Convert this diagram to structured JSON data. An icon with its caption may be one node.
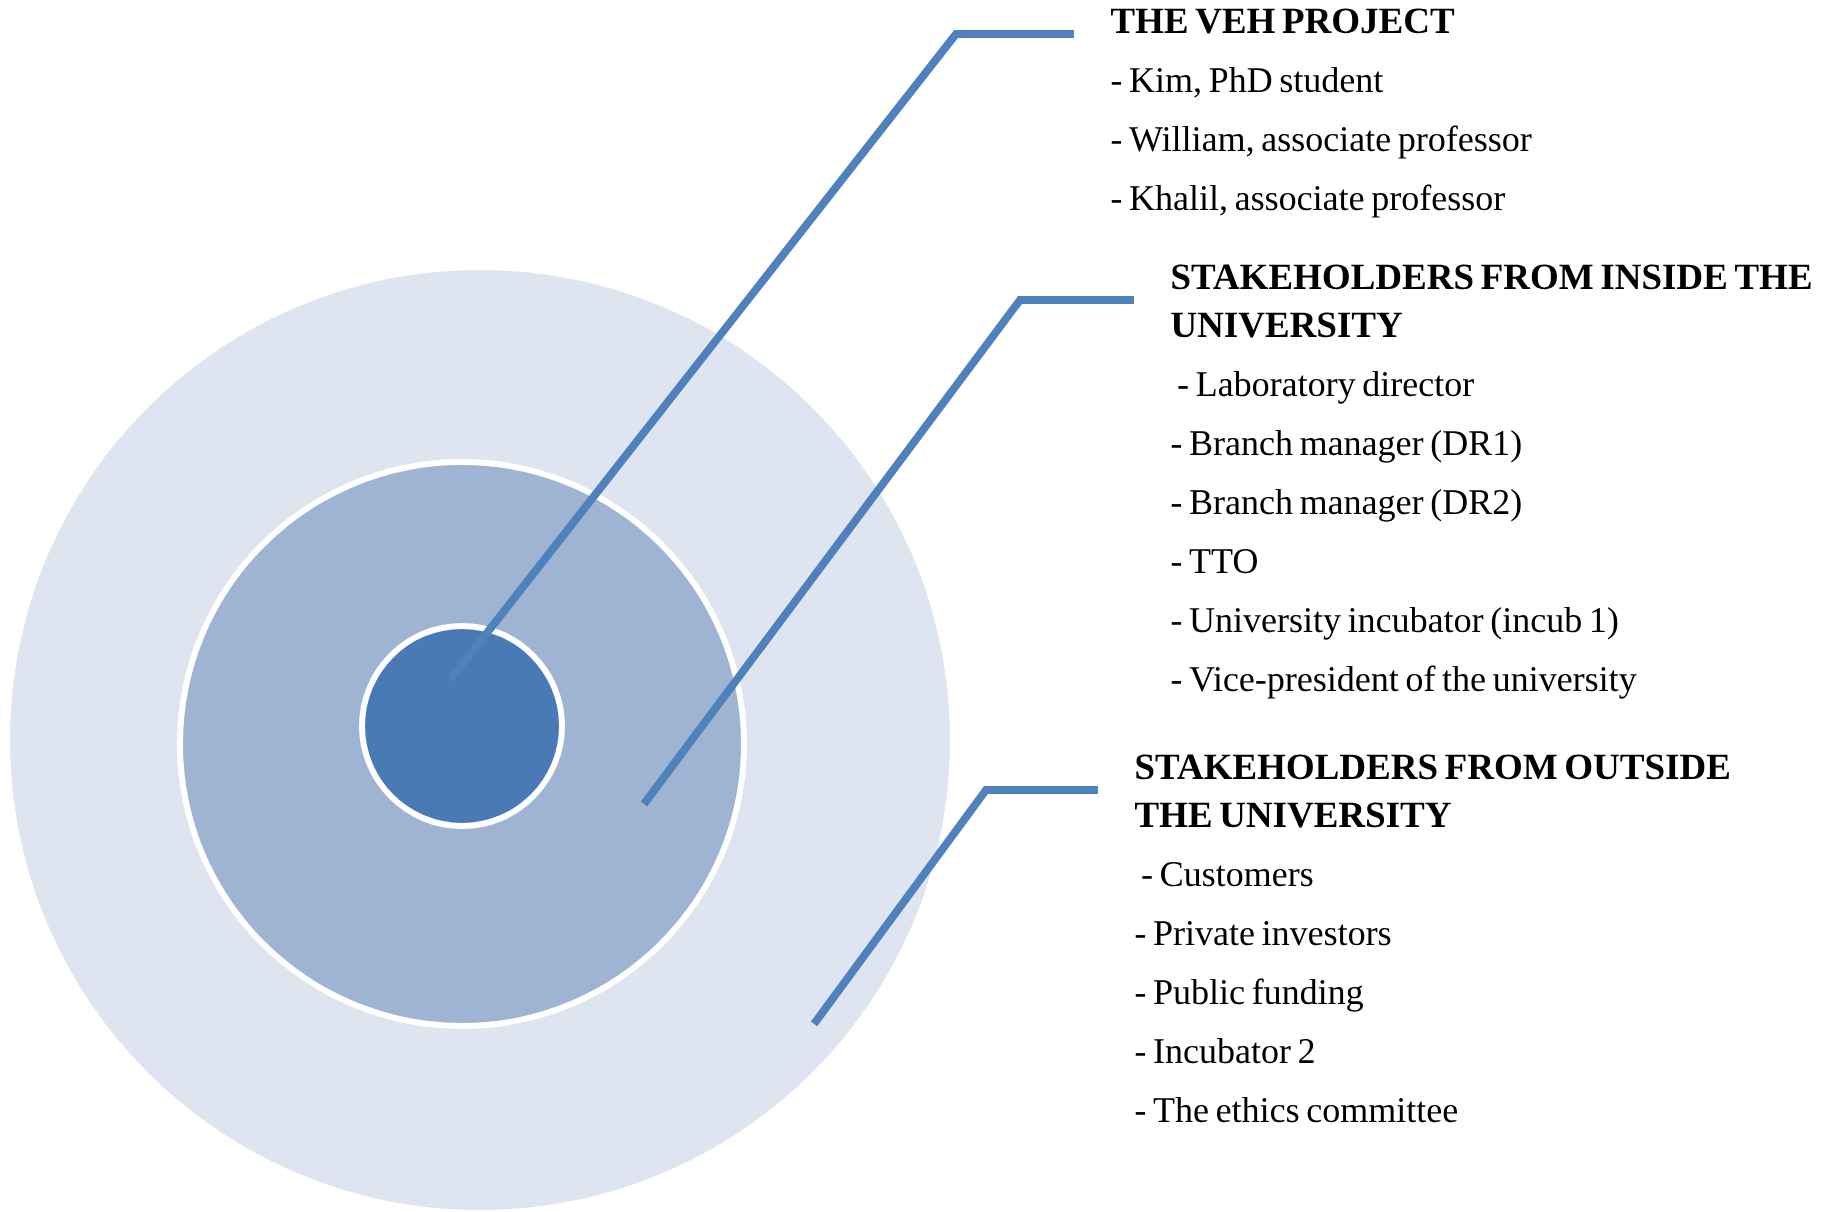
{
  "diagram": {
    "nodes": [
      {
        "text": [],
        "shape": "circle"
      },
      {
        "text": [],
        "shape": "circle",
        "in": 0
      },
      {
        "text": [],
        "shape": "circle",
        "in": 1
      },
      {
        "text": [
          "THE VEH PROJECT",
          "- Kim, PhD student",
          "- William, associate professor",
          "- Khalil, associate professor"
        ]
      },
      {
        "text": [
          "STAKEHOLDERS FROM INSIDE THE UNIVERSITY",
          " - Laboratory director",
          "- Branch manager (DR1)",
          "- Branch manager (DR2)",
          "- TTO",
          "- University incubator (incub 1)",
          "- Vice-president of the university"
        ]
      },
      {
        "text": [
          "STAKEHOLDERS FROM OUTSIDE THE UNIVERSITY",
          " - Customers",
          "- Private investors",
          "- Public funding",
          "- Incubator 2",
          "- The ethics committee"
        ]
      }
    ],
    "edges": [
      {
        "from": 3,
        "to": 2,
        "arrow": "none"
      },
      {
        "from": 4,
        "to": 1,
        "arrow": "none"
      },
      {
        "from": 5,
        "to": 0,
        "arrow": "none"
      }
    ]
  }
}
